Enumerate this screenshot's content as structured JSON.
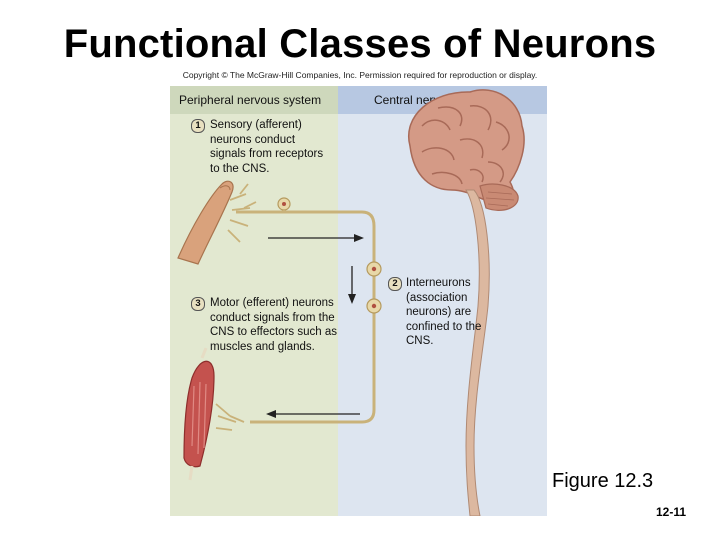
{
  "title": "Functional Classes of Neurons",
  "copyright": "Copyright © The McGraw-Hill Companies, Inc. Permission required for reproduction or display.",
  "figure": {
    "headers": {
      "peripheral": "Peripheral nervous system",
      "central": "Central nervous system"
    },
    "steps": [
      {
        "number": "1",
        "text": "Sensory (afferent) neurons conduct signals from receptors to the CNS."
      },
      {
        "number": "2",
        "text": "Interneurons (association neurons) are confined to the CNS."
      },
      {
        "number": "3",
        "text": "Motor (efferent) neurons conduct signals from the CNS to effectors such as muscles and glands."
      }
    ],
    "colors": {
      "pns_panel": "#e2e8d0",
      "cns_panel": "#dde5f0",
      "cns_header": "#b7c8e2",
      "pathway": "#c9b27a",
      "brain": "#d49a86"
    }
  },
  "caption": "Figure 12.3",
  "page_number": "12-11"
}
